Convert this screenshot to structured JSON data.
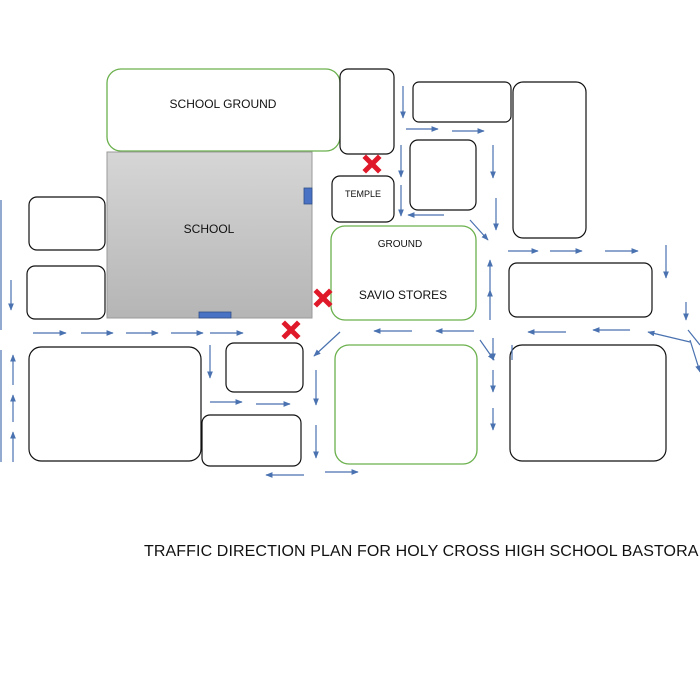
{
  "labels": {
    "school_ground": "SCHOOL GROUND",
    "school": "SCHOOL",
    "temple": "TEMPLE",
    "ground": "GROUND",
    "savio_stores": "SAVIO STORES"
  },
  "caption": "TRAFFIC DIRECTION PLAN FOR HOLY CROSS HIGH SCHOOL BASTORA",
  "colors": {
    "arrow": "#4a72b0",
    "green_outline": "#6ab04c",
    "black_outline": "#111111",
    "school_fill": "#c7c7c7",
    "gate_blue": "#4a72c4",
    "no_entry_red": "#e0192a"
  },
  "icons": [
    "no-entry-cross-icon",
    "direction-arrow-icon",
    "gate-marker-icon"
  ]
}
